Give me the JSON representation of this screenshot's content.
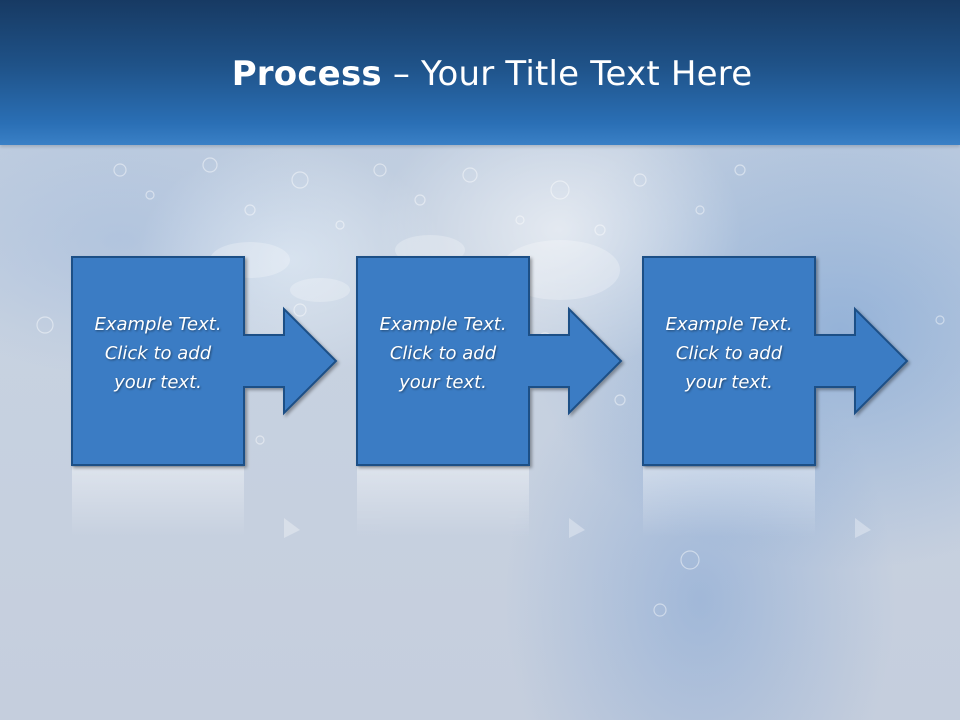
{
  "slide": {
    "title_bold": "Process",
    "title_rest": " – Your Title Text Here"
  },
  "steps": [
    {
      "line1": "Example Text.",
      "line2": "Click  to add",
      "line3": "your text."
    },
    {
      "line1": "Example Text.",
      "line2": "Click  to add",
      "line3": "your text."
    },
    {
      "line1": "Example Text.",
      "line2": "Click  to add",
      "line3": "your text."
    }
  ],
  "colors": {
    "header_dark": "#173a63",
    "header_light": "#3a80c6",
    "box_fill": "#3b7cc4",
    "box_stroke": "#1f4f86"
  }
}
